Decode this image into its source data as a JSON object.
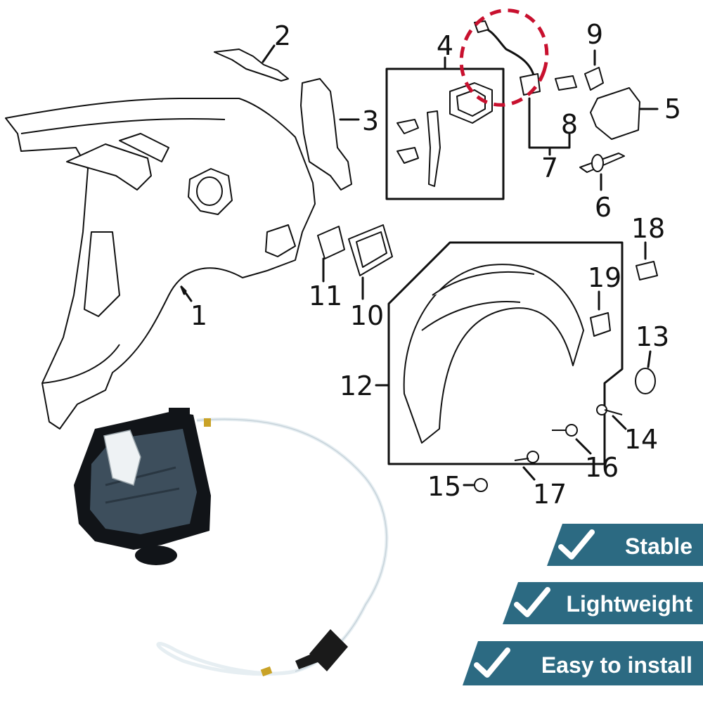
{
  "callouts": [
    {
      "id": "1",
      "label": "1"
    },
    {
      "id": "2",
      "label": "2"
    },
    {
      "id": "3",
      "label": "3"
    },
    {
      "id": "4",
      "label": "4"
    },
    {
      "id": "5",
      "label": "5"
    },
    {
      "id": "6",
      "label": "6"
    },
    {
      "id": "7",
      "label": "7"
    },
    {
      "id": "8",
      "label": "8"
    },
    {
      "id": "9",
      "label": "9"
    },
    {
      "id": "10",
      "label": "10"
    },
    {
      "id": "11",
      "label": "11"
    },
    {
      "id": "12",
      "label": "12"
    },
    {
      "id": "13",
      "label": "13"
    },
    {
      "id": "14",
      "label": "14"
    },
    {
      "id": "15",
      "label": "15"
    },
    {
      "id": "16",
      "label": "16"
    },
    {
      "id": "17",
      "label": "17"
    },
    {
      "id": "18",
      "label": "18"
    },
    {
      "id": "19",
      "label": "19"
    }
  ],
  "badges": [
    {
      "label": "Stable",
      "icon": "checkmark-icon"
    },
    {
      "label": "Lightweight",
      "icon": "checkmark-icon"
    },
    {
      "label": "Easy to install",
      "icon": "checkmark-icon"
    }
  ],
  "colors": {
    "badge_fill": "#2c6a82",
    "highlight_circle": "#c8102e",
    "actuator_body": "#3d4e5c",
    "cable": "#e6eef2"
  }
}
